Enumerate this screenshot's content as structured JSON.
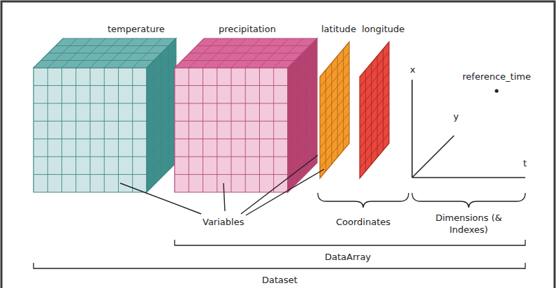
{
  "diagram": {
    "labels": [
      "temperature",
      "precipitation",
      "latitude",
      "longitude",
      "x",
      "reference_time",
      "y",
      "t",
      "Variables",
      "Coordinates",
      "Dimensions (& Indexes)",
      "DataArray",
      "Dataset"
    ]
  }
}
